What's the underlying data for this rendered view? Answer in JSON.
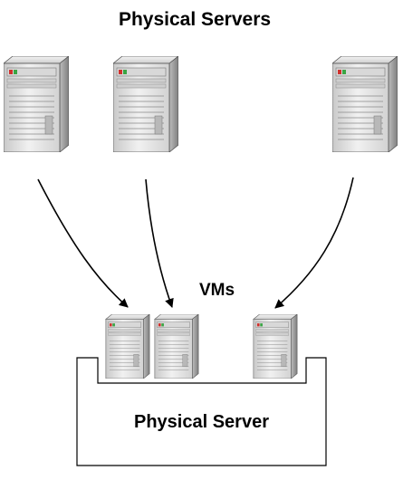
{
  "labels": {
    "physical_servers": "Physical Servers",
    "vms": "VMs",
    "physical_server": "Physical Server"
  },
  "icons": {
    "server": "server-tower-icon"
  },
  "colors": {
    "server_front": "#e4e4e4",
    "server_side": "#9a9a9a",
    "led_red": "#d0312d",
    "led_green": "#3aa544",
    "arrow": "#000000"
  }
}
